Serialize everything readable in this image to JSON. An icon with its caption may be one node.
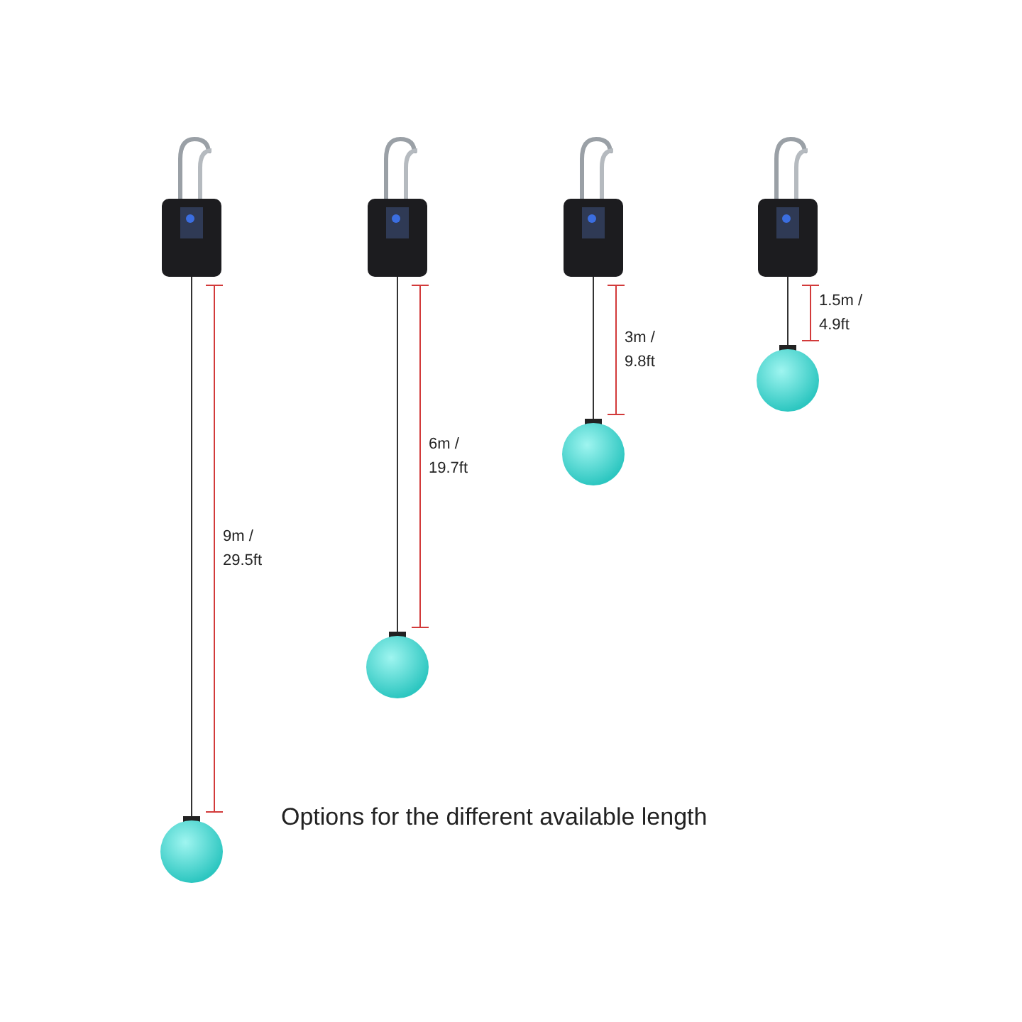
{
  "diagram": {
    "caption": "Options for the different available length",
    "labels": [
      "9m / 29.5ft",
      "6m / 19.7ft",
      "3m / 9.8ft",
      "1.5m / 4.9ft"
    ]
  }
}
